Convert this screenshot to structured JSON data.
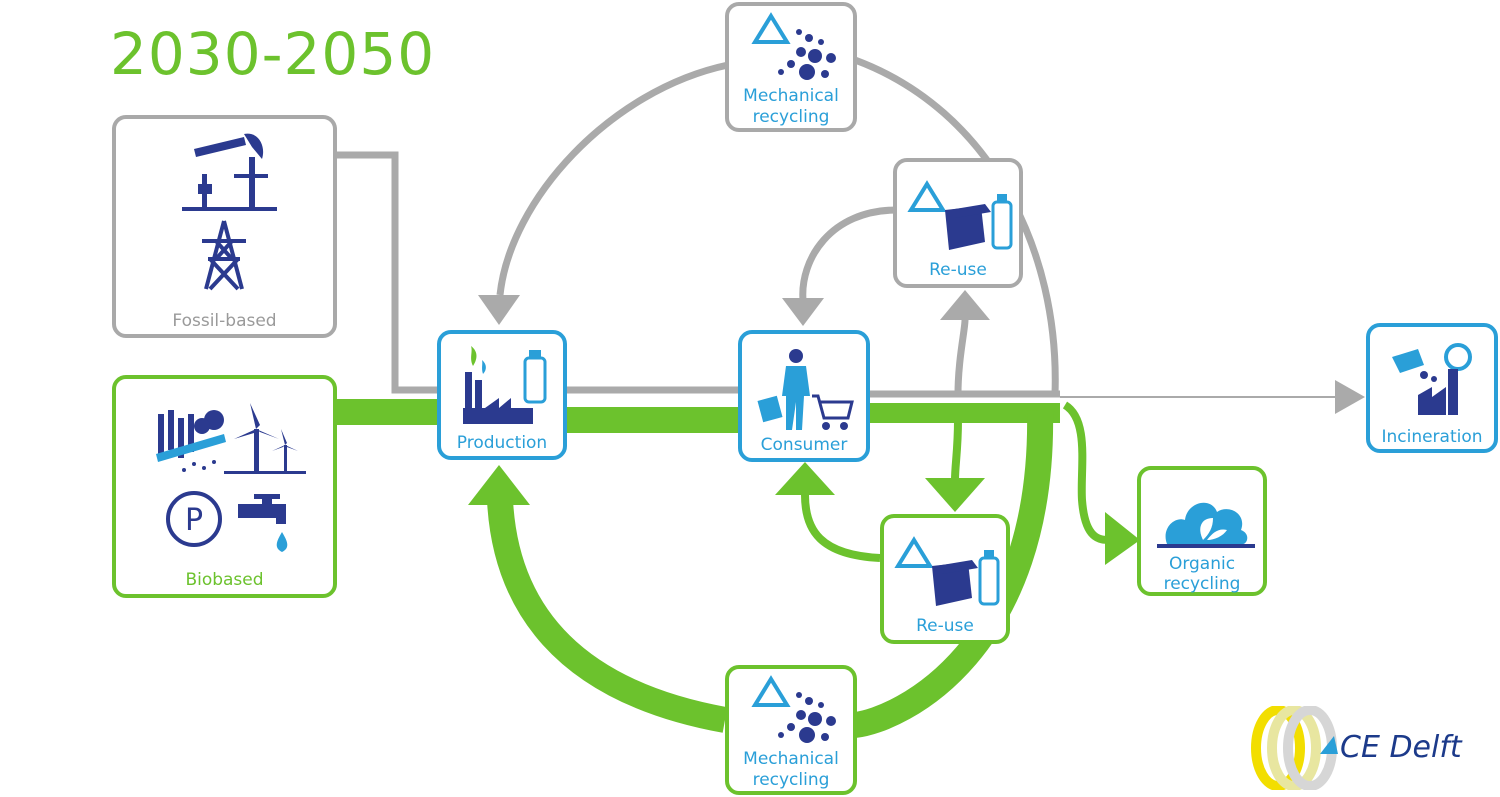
{
  "title": "2030-2050",
  "nodes": {
    "fossil": {
      "label": "Fossil-based"
    },
    "biobased": {
      "label": "Biobased"
    },
    "production": {
      "label": "Production"
    },
    "consumer": {
      "label": "Consumer"
    },
    "mech_top": {
      "label_line1": "Mechanical",
      "label_line2": "recycling"
    },
    "reuse_top": {
      "label": "Re-use"
    },
    "reuse_bottom": {
      "label": "Re-use"
    },
    "mech_bottom": {
      "label_line1": "Mechanical",
      "label_line2": "recycling"
    },
    "incineration": {
      "label": "Incineration"
    },
    "organic": {
      "label_line1": "Organic",
      "label_line2": "recycling"
    }
  },
  "logo": {
    "text": "CE Delft"
  },
  "colors": {
    "green": "#6cc22d",
    "grey": "#a9a9a9",
    "blue": "#2a9fd8",
    "navy": "#2b3a8f"
  }
}
